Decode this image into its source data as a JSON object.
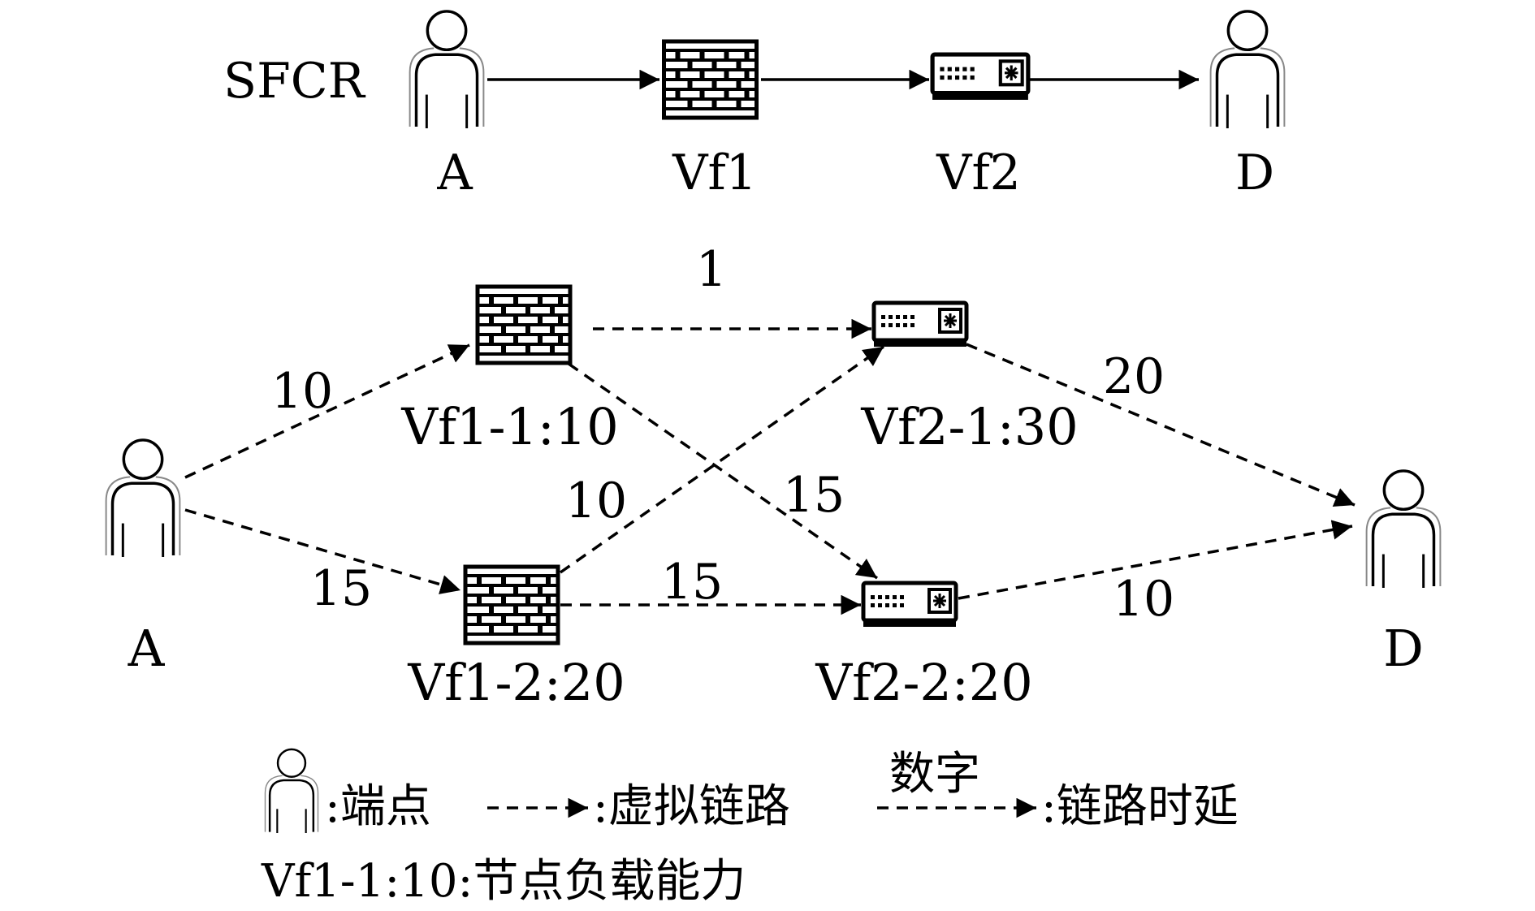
{
  "sfcr": {
    "label": "SFCR",
    "nodes": [
      {
        "id": "A",
        "label": "A",
        "kind": "user"
      },
      {
        "id": "Vf1",
        "label": "Vf1",
        "kind": "firewall"
      },
      {
        "id": "Vf2",
        "label": "Vf2",
        "kind": "switch"
      },
      {
        "id": "D",
        "label": "D",
        "kind": "user"
      }
    ]
  },
  "graph": {
    "nodes": [
      {
        "id": "A",
        "label": "A",
        "kind": "user"
      },
      {
        "id": "Vf1-1",
        "label": "Vf1-1:10",
        "kind": "firewall"
      },
      {
        "id": "Vf1-2",
        "label": "Vf1-2:20",
        "kind": "firewall"
      },
      {
        "id": "Vf2-1",
        "label": "Vf2-1:30",
        "kind": "switch"
      },
      {
        "id": "Vf2-2",
        "label": "Vf2-2:20",
        "kind": "switch"
      },
      {
        "id": "D",
        "label": "D",
        "kind": "user"
      }
    ],
    "edges": [
      {
        "from": "A",
        "to": "Vf1-1",
        "delay": "10"
      },
      {
        "from": "A",
        "to": "Vf1-2",
        "delay": "15"
      },
      {
        "from": "Vf1-1",
        "to": "Vf2-1",
        "delay": "1"
      },
      {
        "from": "Vf1-1",
        "to": "Vf2-2",
        "delay": "15"
      },
      {
        "from": "Vf1-2",
        "to": "Vf2-1",
        "delay": "10"
      },
      {
        "from": "Vf1-2",
        "to": "Vf2-2",
        "delay": "15"
      },
      {
        "from": "Vf2-1",
        "to": "D",
        "delay": "20"
      },
      {
        "from": "Vf2-2",
        "to": "D",
        "delay": "10"
      }
    ]
  },
  "legend": {
    "endpoint": ":端点",
    "virtual_link": ":虚拟链路",
    "delay_number": "数字",
    "link_delay": ":链路时延",
    "node_capacity": "Vf1-1:10:节点负载能力"
  }
}
